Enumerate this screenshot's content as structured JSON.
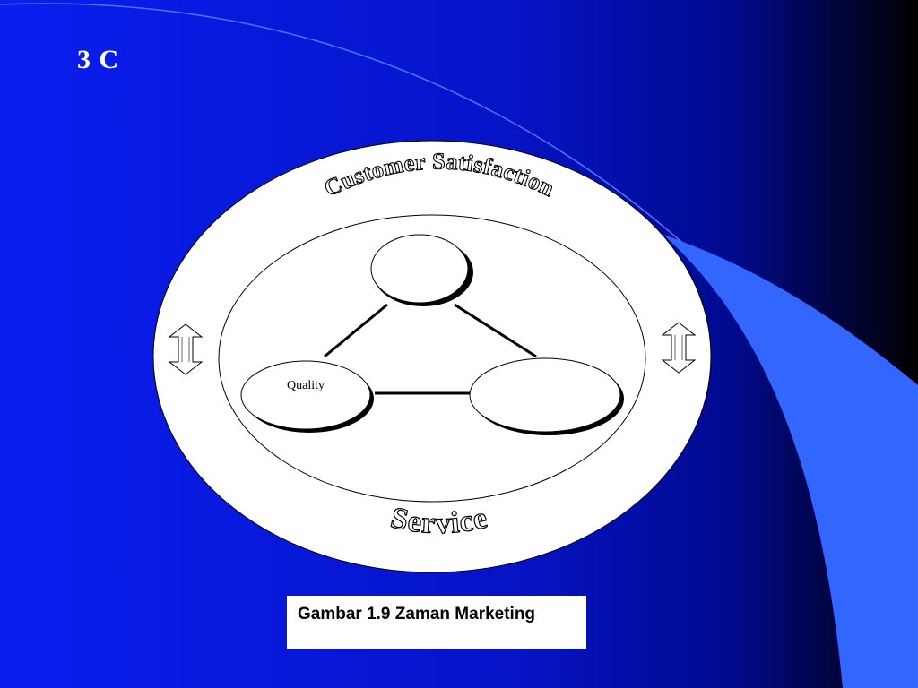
{
  "slide": {
    "title": "3 C",
    "colors": {
      "background_left": "#0a1ef0",
      "background_mid": "#0010a8",
      "background_right": "#000000",
      "swoosh": "#3366ff"
    }
  },
  "diagram": {
    "outer_ring_top_label": "Customer Satisfaction",
    "outer_ring_bottom_label": "Service",
    "nodes": [
      {
        "id": "top",
        "label": ""
      },
      {
        "id": "left",
        "label": "Quality"
      },
      {
        "id": "right",
        "label": ""
      }
    ],
    "edges": [
      {
        "from": "top",
        "to": "left"
      },
      {
        "from": "top",
        "to": "right"
      },
      {
        "from": "left",
        "to": "right"
      }
    ],
    "side_icons": [
      "double-arrow-icon",
      "double-arrow-icon"
    ]
  },
  "caption": {
    "text": "Gambar 1.9  Zaman Marketing"
  }
}
